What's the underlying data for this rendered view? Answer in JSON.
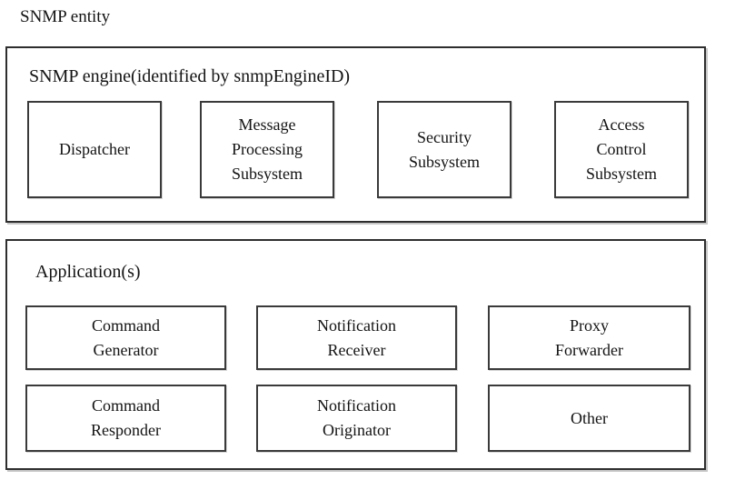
{
  "diagram": {
    "title": "SNMP entity",
    "engine": {
      "label": "SNMP engine(identified by snmpEngineID)",
      "boxes": [
        {
          "label": "Dispatcher"
        },
        {
          "label": "Message\nProcessing\nSubsystem"
        },
        {
          "label": "Security\nSubsystem"
        },
        {
          "label": "Access\nControl\nSubsystem"
        }
      ]
    },
    "applications": {
      "label": "Application(s)",
      "boxes": [
        {
          "label": "Command\nGenerator"
        },
        {
          "label": "Notification\nReceiver"
        },
        {
          "label": "Proxy\nForwarder"
        },
        {
          "label": "Command\nResponder"
        },
        {
          "label": "Notification\nOriginator"
        },
        {
          "label": "Other"
        }
      ]
    },
    "colors": {
      "background": "#ffffff",
      "border": "#2e2e2e",
      "text": "#131313"
    }
  }
}
